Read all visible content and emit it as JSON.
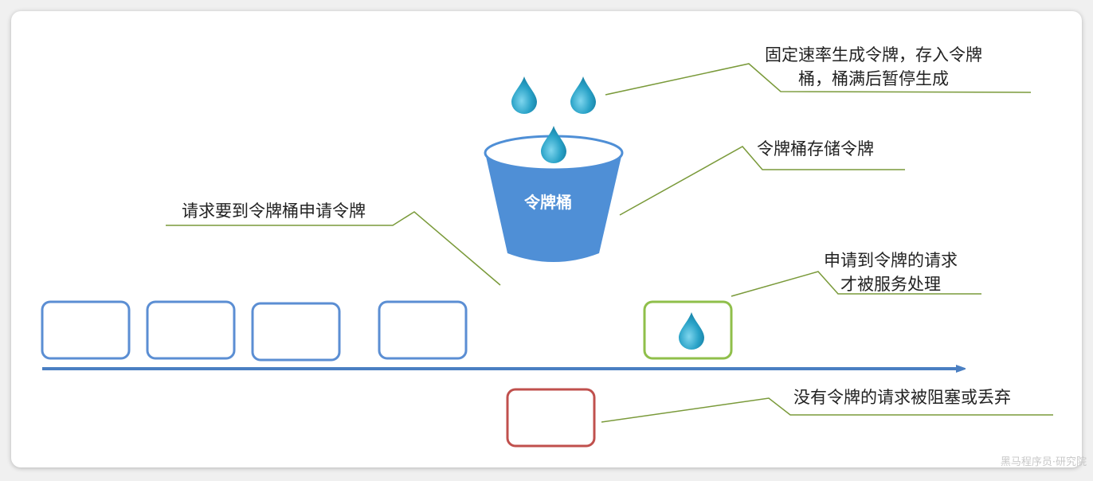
{
  "labels": {
    "fixed_rate": "固定速率生成令牌，存入令牌\n桶，桶满后暂停生成",
    "bucket_stores": "令牌桶存储令牌",
    "request_apply": "请求要到令牌桶申请令牌",
    "request_served": "申请到令牌的请求\n才被服务处理",
    "no_token": "没有令牌的请求被阻塞或丢弃"
  },
  "bucket": {
    "name": "令牌桶"
  },
  "watermark": "黑马程序员·研究院",
  "colors": {
    "bucket": "#4f8fd6",
    "request_box": "#5b8ed3",
    "served_box": "#8fbf4a",
    "rejected_box": "#c0504d",
    "timeline": "#4a7fc2",
    "callout_line": "#7a9a3a",
    "drop": "#1d8eb3"
  }
}
